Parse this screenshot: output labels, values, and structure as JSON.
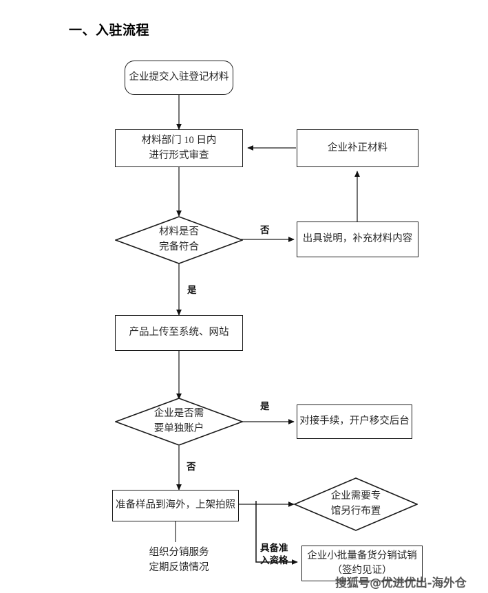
{
  "page": {
    "title": "一、入驻流程",
    "watermark": "搜狐号@优进优出-海外仓"
  },
  "nodes": {
    "submit_materials": {
      "label": "企业提交入驻登记材料",
      "shape": "rounded-rect"
    },
    "formal_review": {
      "line1": "材料部门 10 日内",
      "line2": "进行形式审查",
      "shape": "rect"
    },
    "company_correction": {
      "label": "企业补正材料",
      "shape": "rect"
    },
    "materials_decision": {
      "line1": "材料是否",
      "line2": "完备符合",
      "shape": "diamond"
    },
    "issue_explanation": {
      "label": "出具说明，补充材料内容",
      "shape": "rect"
    },
    "upload_products": {
      "label": "产品上传至系统、网站",
      "shape": "rect"
    },
    "account_decision": {
      "line1": "企业是否需",
      "line2": "要单独账户",
      "shape": "diamond"
    },
    "handover": {
      "label": "对接手续，开户移交后台",
      "shape": "rect"
    },
    "prepare_samples": {
      "label": "准备样品到海外，上架拍照",
      "shape": "rect"
    },
    "pavilion_decision": {
      "line1": "企业需要专",
      "line2": "馆另行布置",
      "shape": "diamond"
    },
    "trial_sales": {
      "line1": "企业小批量备货分销试销",
      "line2": "（签约见证）",
      "shape": "rect"
    },
    "distribution_note": {
      "line1": "组织分销服务",
      "line2": "定期反馈情况",
      "shape": "text"
    }
  },
  "edge_labels": {
    "no_materials": "否",
    "yes_materials": "是",
    "yes_account": "是",
    "no_account": "否",
    "qualified_line1": "具备准",
    "qualified_line2": "入资格"
  },
  "colors": {
    "stroke": "#1b1b1b",
    "text": "#262626",
    "background": "#ffffff"
  }
}
